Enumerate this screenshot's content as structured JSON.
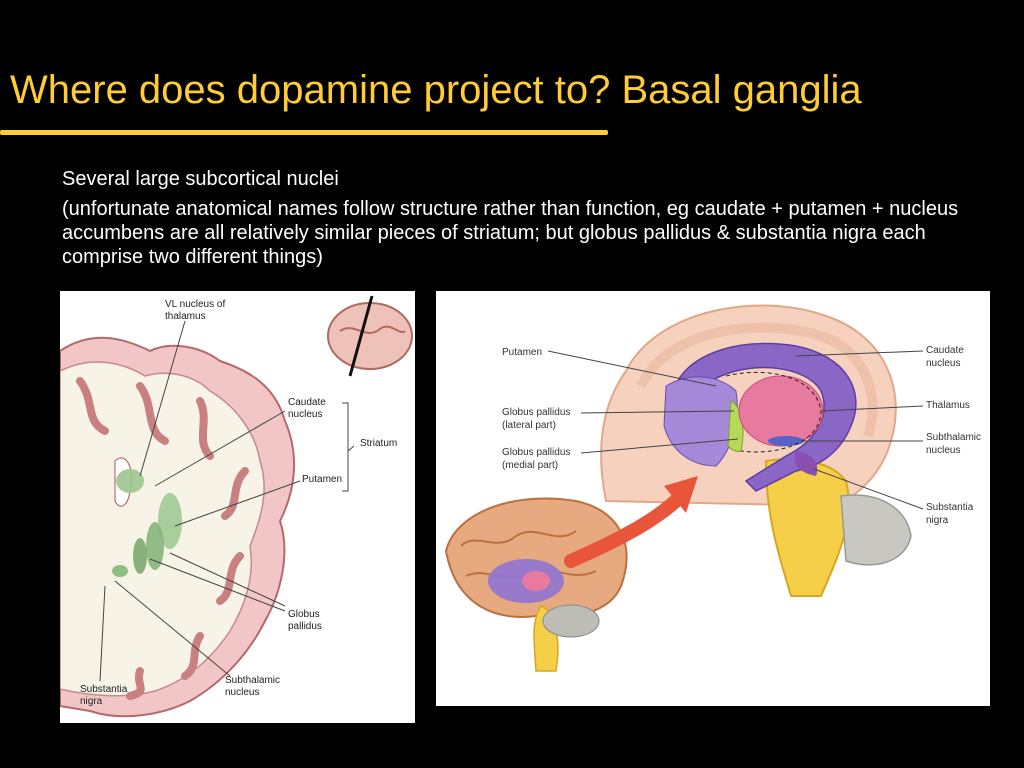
{
  "slide": {
    "title": "Where does dopamine project to? Basal ganglia",
    "bullets": [
      "Several large subcortical nuclei",
      "(unfortunate anatomical names follow structure rather than function, eg caudate + putamen + nucleus accumbens are all relatively similar pieces of striatum; but globus pallidus & substantia nigra each comprise two different things)"
    ],
    "accent_color": "#ffcc33"
  },
  "figure_left": {
    "labels": {
      "vl_nucleus": "VL nucleus of\nthalamus",
      "caudate": "Caudate\nnucleus",
      "striatum": "Striatum",
      "putamen": "Putamen",
      "globus_pallidus": "Globus\npallidus",
      "subthalamic": "Subthalamic\nnucleus",
      "substantia_nigra": "Substantia\nnigra"
    }
  },
  "figure_right": {
    "labels": {
      "putamen": "Putamen",
      "gp_lateral": "Globus pallidus\n(lateral part)",
      "gp_medial": "Globus pallidus\n(medial part)",
      "caudate": "Caudate\nnucleus",
      "thalamus": "Thalamus",
      "subthalamic": "Subthalamic\nnucleus",
      "substantia_nigra": "Substantia\nnigra"
    }
  }
}
